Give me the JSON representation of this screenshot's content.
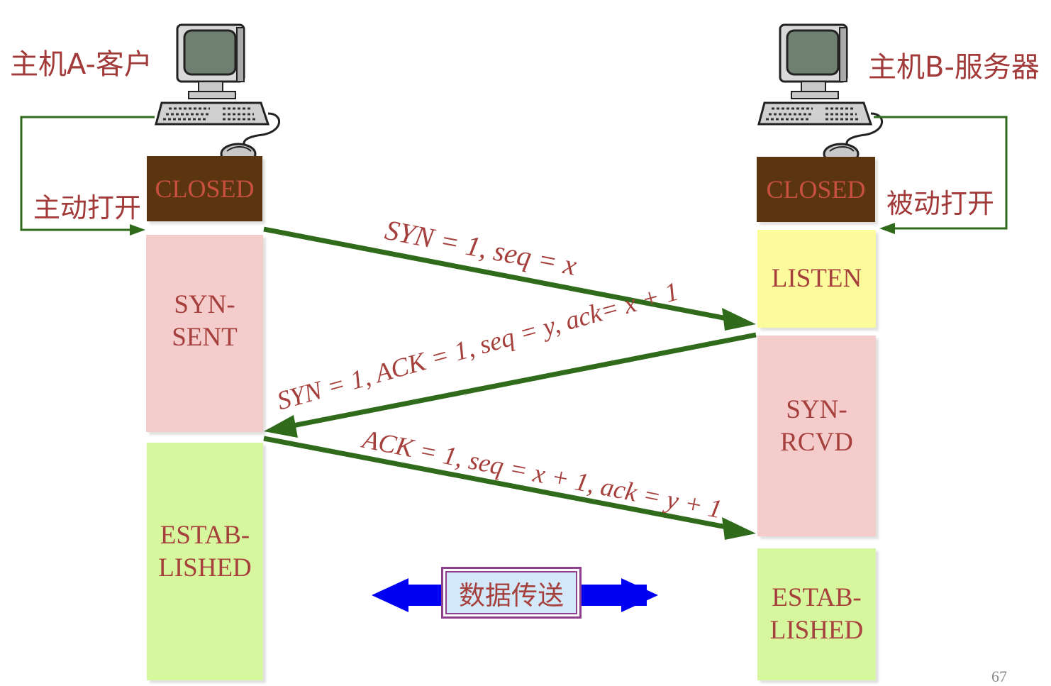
{
  "hosts": {
    "client_label": "主机A-客户",
    "server_label": "主机B-服务器"
  },
  "client": {
    "open_label": "主动打开",
    "states": {
      "closed": "CLOSED",
      "syn_sent": [
        "SYN-",
        "SENT"
      ],
      "established": [
        "ESTAB-",
        "LISHED"
      ]
    }
  },
  "server": {
    "open_label": "被动打开",
    "states": {
      "closed": "CLOSED",
      "listen": "LISTEN",
      "syn_rcvd": [
        "SYN-",
        "RCVD"
      ],
      "established": [
        "ESTAB-",
        "LISHED"
      ]
    }
  },
  "messages": {
    "syn": "SYN = 1, seq = x",
    "syn_ack": "SYN = 1, ACK = 1, seq = y, ack= x + 1",
    "ack": "ACK = 1, seq = x + 1, ack = y + 1"
  },
  "data_transfer": "数据传送",
  "page_number": "67",
  "colors": {
    "closed_bg": "#5b3510",
    "syn_bg": "#f4cccc",
    "listen_bg": "#fbfb9c",
    "established_bg": "#d6f79e",
    "arrow": "#2f6b1b",
    "text": "#a5403c",
    "bidir_arrow": "#0000f2"
  }
}
